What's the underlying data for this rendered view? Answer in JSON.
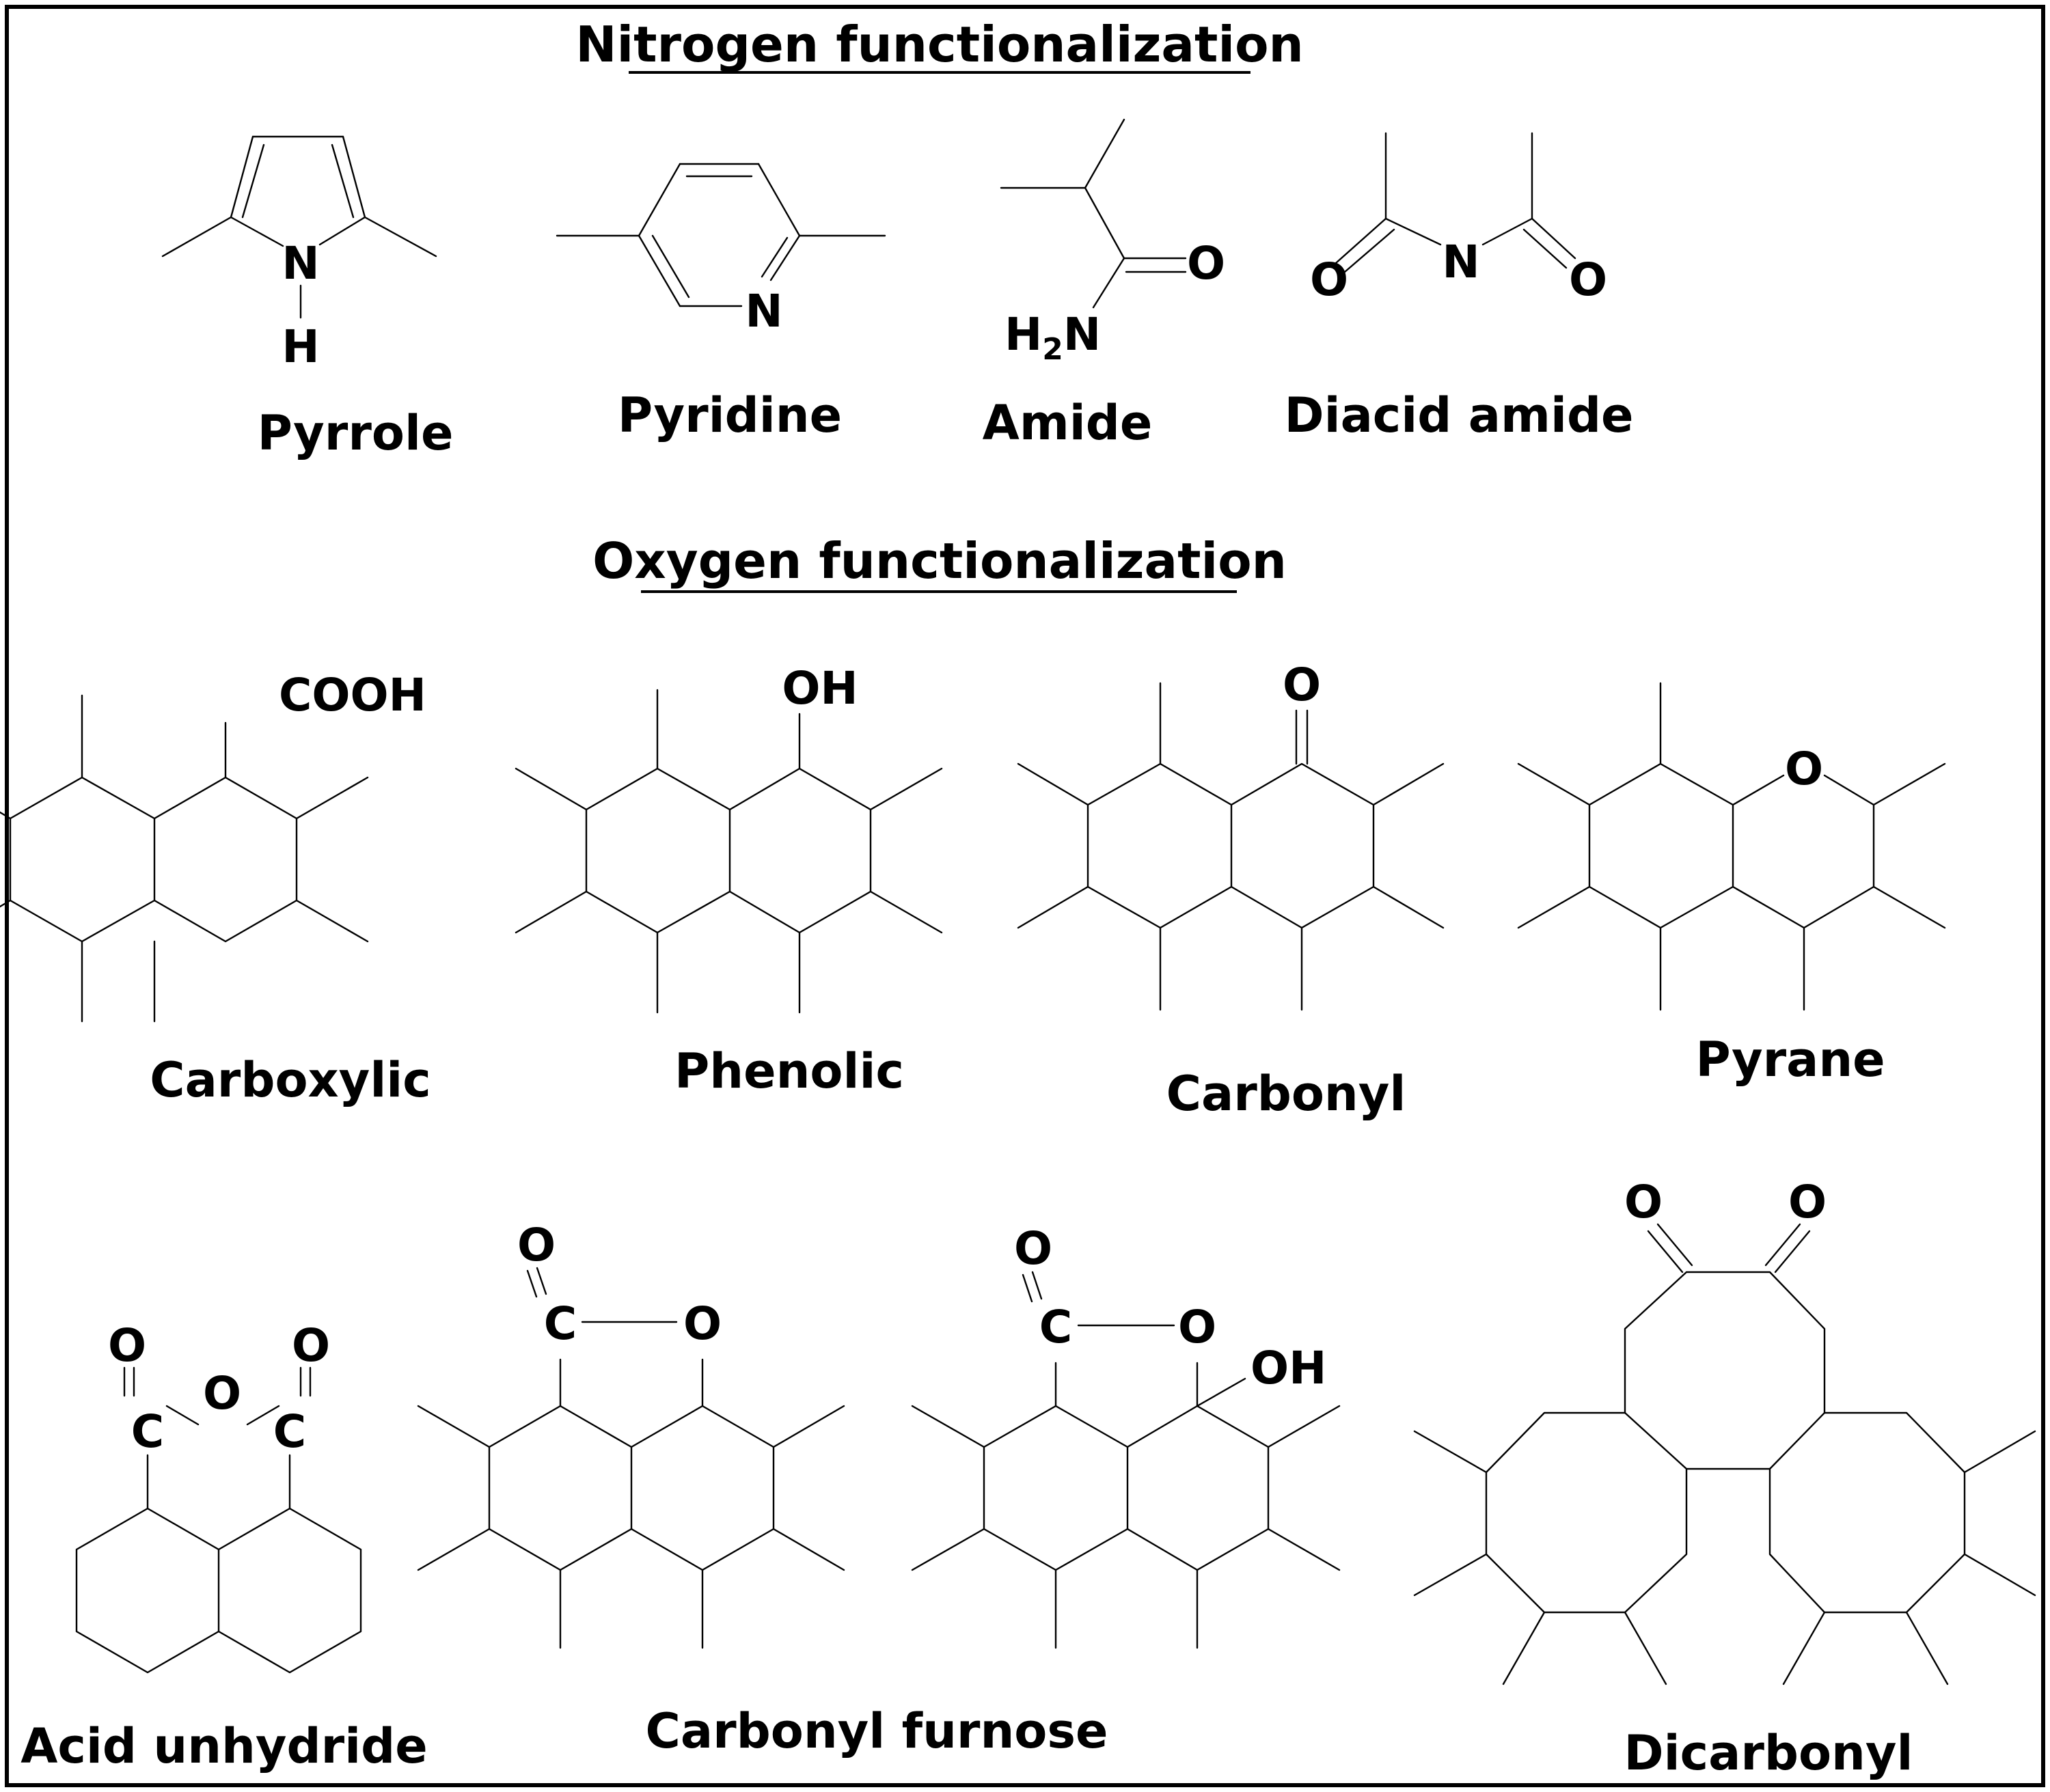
{
  "headings": {
    "nitrogen": "Nitrogen functionalization",
    "oxygen": "Oxygen functionalization"
  },
  "names": {
    "pyrrole": "Pyrrole",
    "pyridine": "Pyridine",
    "amide": "Amide",
    "diacid_amide": "Diacid amide",
    "carboxylic": "Carboxylic",
    "phenolic": "Phenolic",
    "carbonyl": "Carbonyl",
    "pyrane": "Pyrane",
    "acid_unhydride": "Acid unhydride",
    "carbonyl_furnose": "Carbonyl furnose",
    "dicarbonyl": "Dicarbonyl"
  },
  "atoms": {
    "n": "N",
    "h": "H",
    "o": "O",
    "c": "C",
    "oh": "OH",
    "cooh": "COOH",
    "h2n_h": "H",
    "h2n_sub": "2",
    "h2n_n": "N"
  },
  "colors": {
    "ink": "#000000",
    "background": "#ffffff"
  }
}
